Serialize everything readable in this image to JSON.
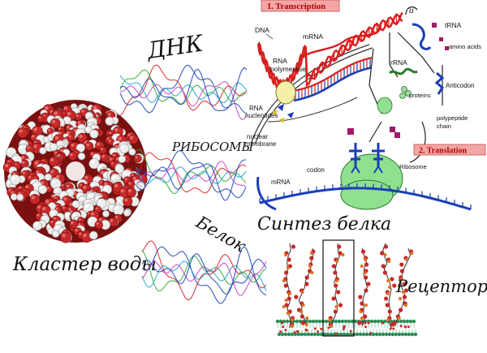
{
  "labels": {
    "dnk": "ДНК",
    "ribosomy": "РИБОСОМЫ",
    "belok": "Белок",
    "sintez": "Синтез белка",
    "klaster": "Кластер воды",
    "receptory": "Рецепторы"
  },
  "transcription": {
    "header": "1. Transcription",
    "dna": "DNA",
    "mrna": "mRNA",
    "rna_polymerase_1": "RNA",
    "rna_polymerase_2": "polymerase",
    "rna_nucleotides_1": "RNA",
    "rna_nucleotides_2": "nucleotides",
    "nuclear_1": "nuclear",
    "nuclear_2": "membrane"
  },
  "translation": {
    "header": "2. Translation",
    "trna": "tRNA",
    "amino_acids": "amino acids",
    "rrna": "rRNA",
    "proteins": "proteins",
    "anticodon": "Anticodon",
    "polypeptide_1": "polypeptide",
    "polypeptide_2": "chain",
    "ribosome": "Ribosome",
    "codon": "codon",
    "mrna": "mRNA"
  },
  "colors": {
    "header_bg": "#f4a6a6",
    "header_text": "#b00000",
    "dna_red": "#d81e1e",
    "strand_blue": "#1a3db8",
    "ribosome_green": "#8fe08f",
    "water_red": "#b71c1c",
    "water_white": "#e6e6e6"
  }
}
